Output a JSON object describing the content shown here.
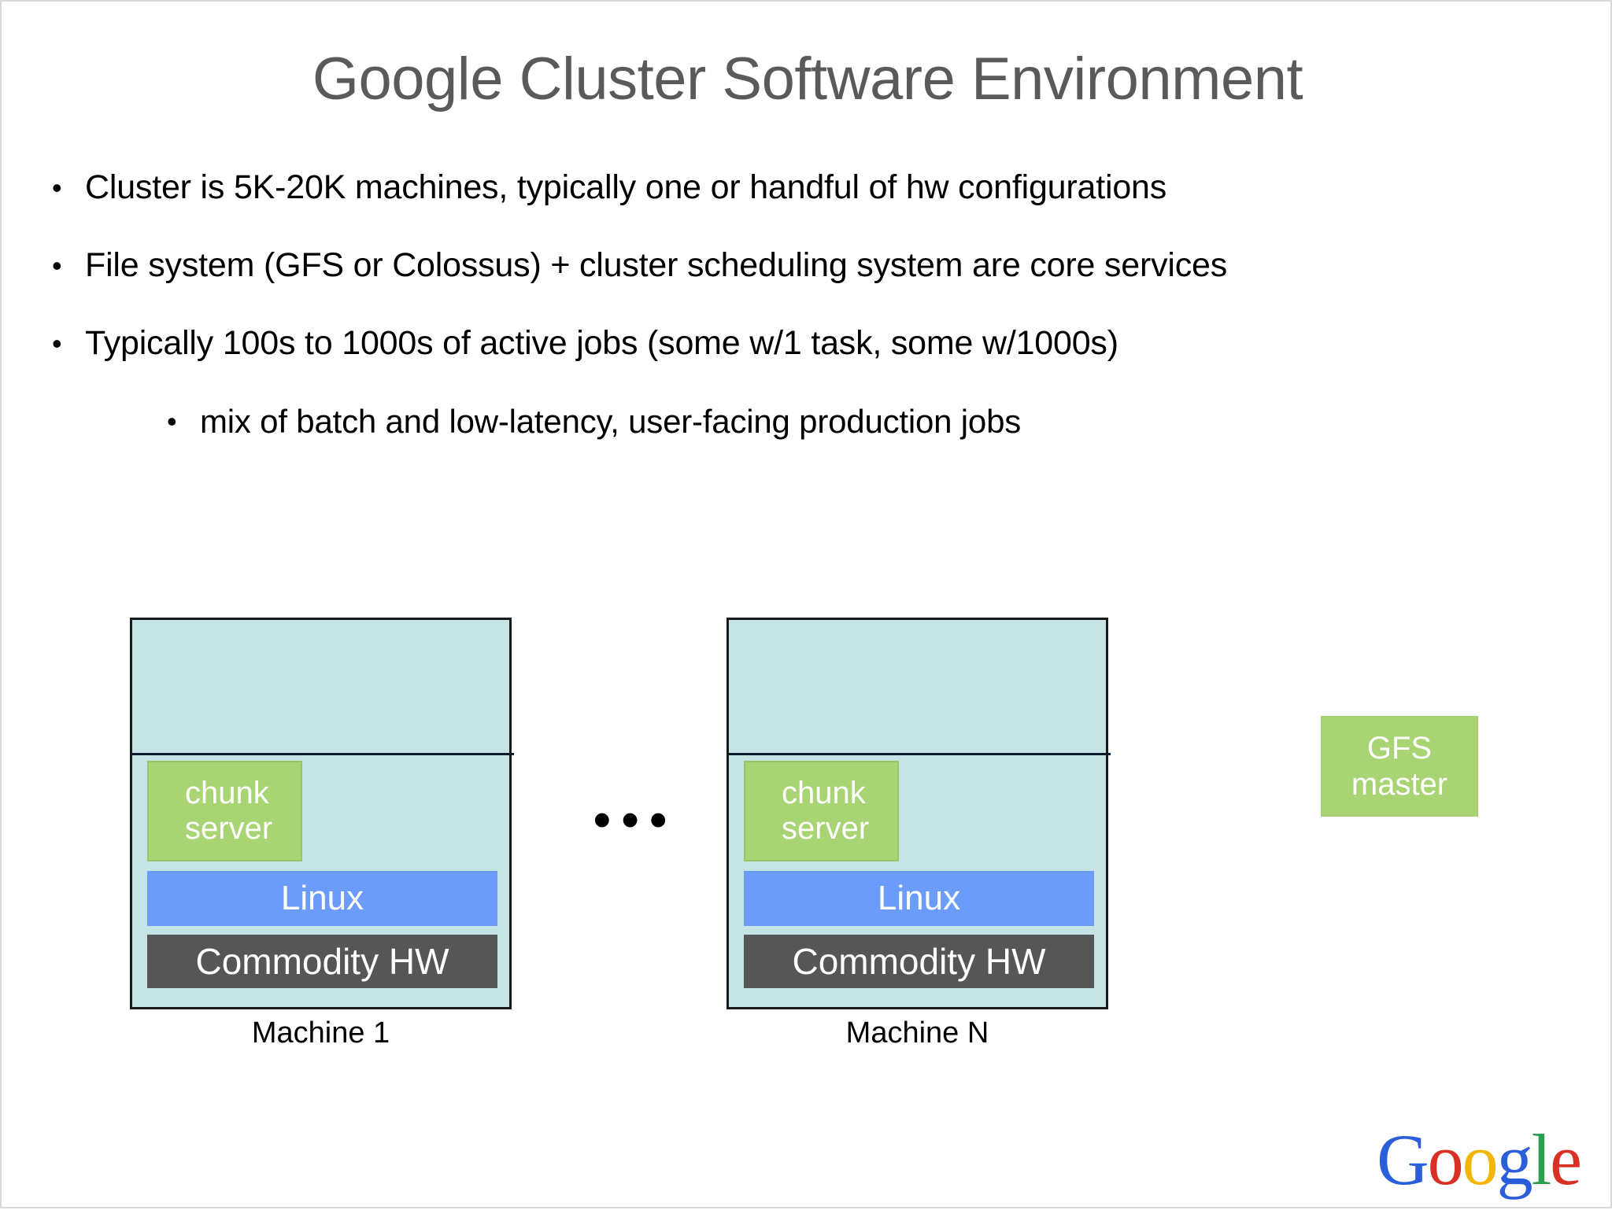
{
  "slide": {
    "title": "Google Cluster Software Environment",
    "bullets": [
      {
        "level": 1,
        "marker": "•",
        "text": "Cluster is 5K-20K machines, typically one or handful of hw configurations"
      },
      {
        "level": 1,
        "marker": "•",
        "text": "File system (GFS or Colossus) + cluster scheduling system are core services"
      },
      {
        "level": 1,
        "marker": "•",
        "text": "Typically 100s to 1000s of active jobs (some w/1 task, some w/1000s)"
      },
      {
        "level": 2,
        "marker": "•",
        "text": "mix of batch and low-latency, user-facing production jobs"
      }
    ]
  },
  "diagram": {
    "machines": [
      {
        "label": "Machine 1",
        "chunk_server_line1": "chunk",
        "chunk_server_line2": "server",
        "linux_label": "Linux",
        "hw_label": "Commodity HW"
      },
      {
        "label": "Machine N",
        "chunk_server_line1": "chunk",
        "chunk_server_line2": "server",
        "linux_label": "Linux",
        "hw_label": "Commodity HW"
      }
    ],
    "ellipsis": "•••",
    "gfs_master": {
      "line1": "GFS",
      "line2": "master"
    }
  },
  "logo": {
    "letters": [
      {
        "char": "G",
        "color": "#2b5fd9"
      },
      {
        "char": "o",
        "color": "#d93025"
      },
      {
        "char": "o",
        "color": "#f2b705"
      },
      {
        "char": "g",
        "color": "#2b5fd9"
      },
      {
        "char": "l",
        "color": "#2e9e4f"
      },
      {
        "char": "e",
        "color": "#d93025"
      }
    ]
  },
  "colors": {
    "title_gray": "#5a5a5a",
    "machine_fill": "#c6e4e6",
    "machine_border": "#1a1a1a",
    "chunk_green": "#a8d474",
    "linux_blue": "#6b9cfa",
    "hw_gray": "#565656",
    "text_black": "#000000"
  }
}
